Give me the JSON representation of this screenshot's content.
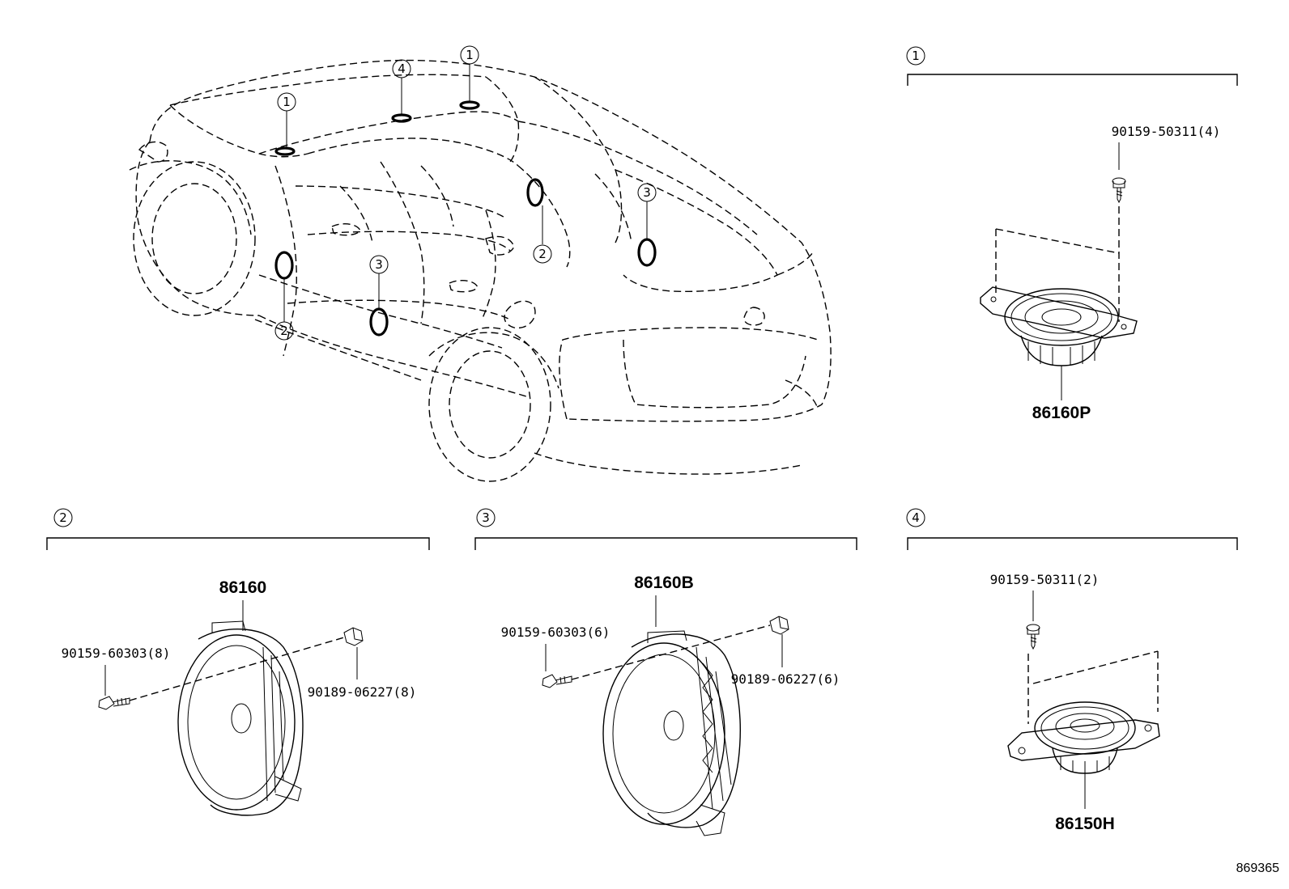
{
  "callout_numbers": [
    "1",
    "2",
    "3",
    "4"
  ],
  "sections": {
    "s1": {
      "number": "1",
      "part": "86160P",
      "fasteners": [
        "90159-50311(4)"
      ]
    },
    "s2": {
      "number": "2",
      "part": "86160",
      "fasteners": [
        "90159-60303(8)",
        "90189-06227(8)"
      ]
    },
    "s3": {
      "number": "3",
      "part": "86160B",
      "fasteners": [
        "90159-60303(6)",
        "90189-06227(6)"
      ]
    },
    "s4": {
      "number": "4",
      "part": "86150H",
      "fasteners": [
        "90159-50311(2)"
      ]
    }
  },
  "illustration_number": "869365"
}
